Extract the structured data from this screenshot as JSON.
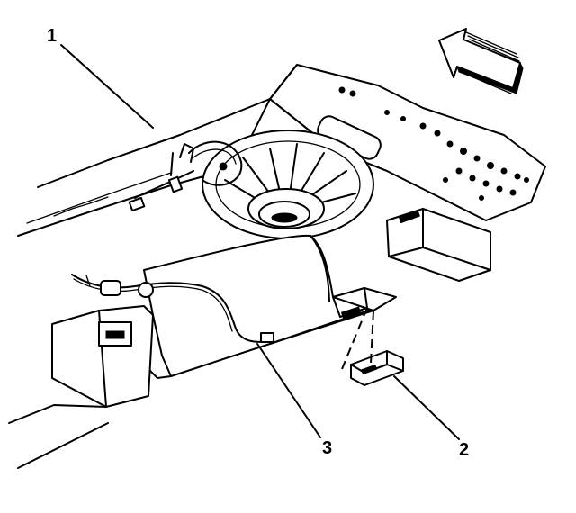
{
  "diagram": {
    "callouts": [
      {
        "label": "1",
        "part": "vehicle-body"
      },
      {
        "label": "2",
        "part": "bracket-clip"
      },
      {
        "label": "3",
        "part": "wiring-harness"
      }
    ]
  },
  "colors": {
    "ink": "#000000",
    "paper": "#ffffff"
  },
  "icons": {
    "orientation": "front-direction-arrow-icon"
  }
}
